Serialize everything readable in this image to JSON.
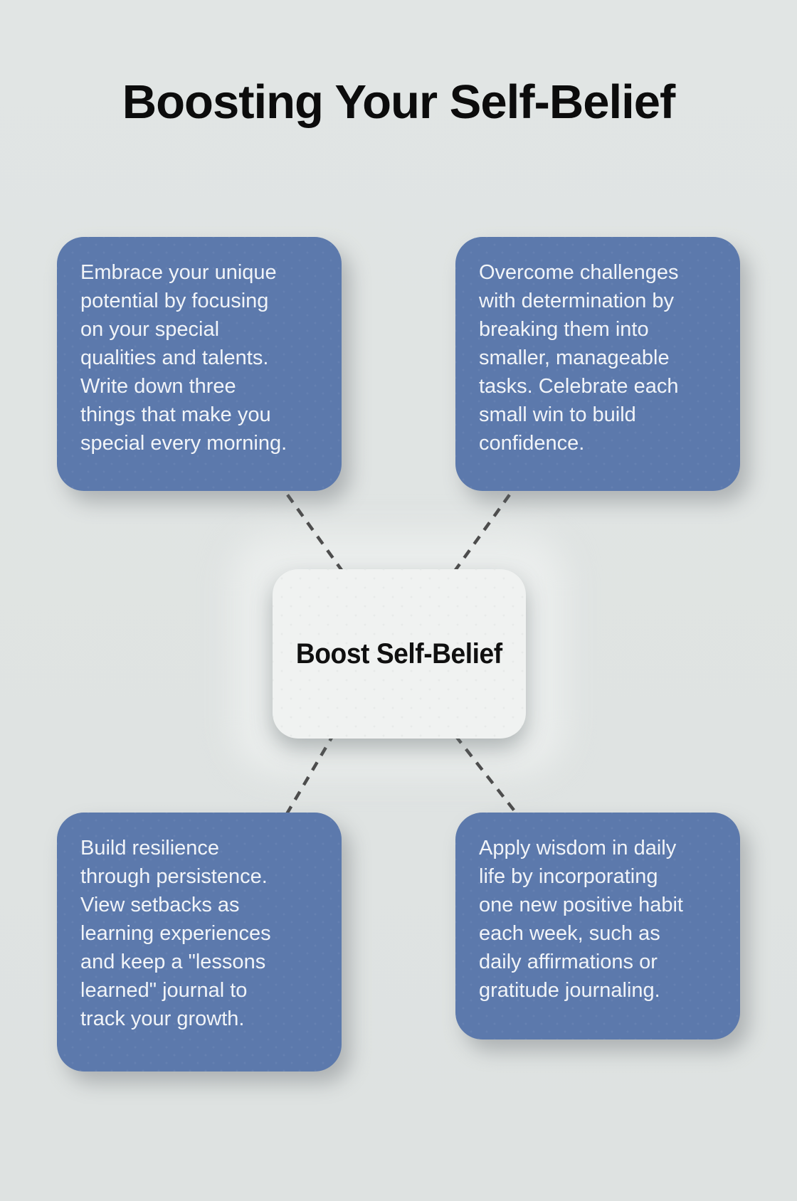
{
  "page": {
    "title": "Boosting Your Self-Belief",
    "background_color": "#dfe3e2",
    "card_color": "#5c79ac",
    "card_text_color": "#f1f4f8",
    "node_color": "#f0f2f1",
    "node_text_color": "#101010",
    "connector_color": "#4d4d4d"
  },
  "center_node": {
    "label": "Boost Self-Belief"
  },
  "cards": [
    {
      "position": "top-left",
      "text": "Embrace your unique\npotential by focusing\non your special\nqualities and talents.\nWrite down three\nthings that make you\nspecial every morning."
    },
    {
      "position": "top-right",
      "text": "Overcome challenges\nwith determination by\nbreaking them into\nsmaller, manageable\ntasks. Celebrate each\nsmall win to build\nconfidence."
    },
    {
      "position": "bottom-left",
      "text": "Build resilience\nthrough persistence.\nView setbacks as\nlearning experiences\nand keep a \"lessons\nlearned\" journal to\ntrack your growth."
    },
    {
      "position": "bottom-right",
      "text": "Apply wisdom in daily\nlife by incorporating\none new positive habit\neach week, such as\ndaily affirmations or\ngratitude journaling."
    }
  ]
}
